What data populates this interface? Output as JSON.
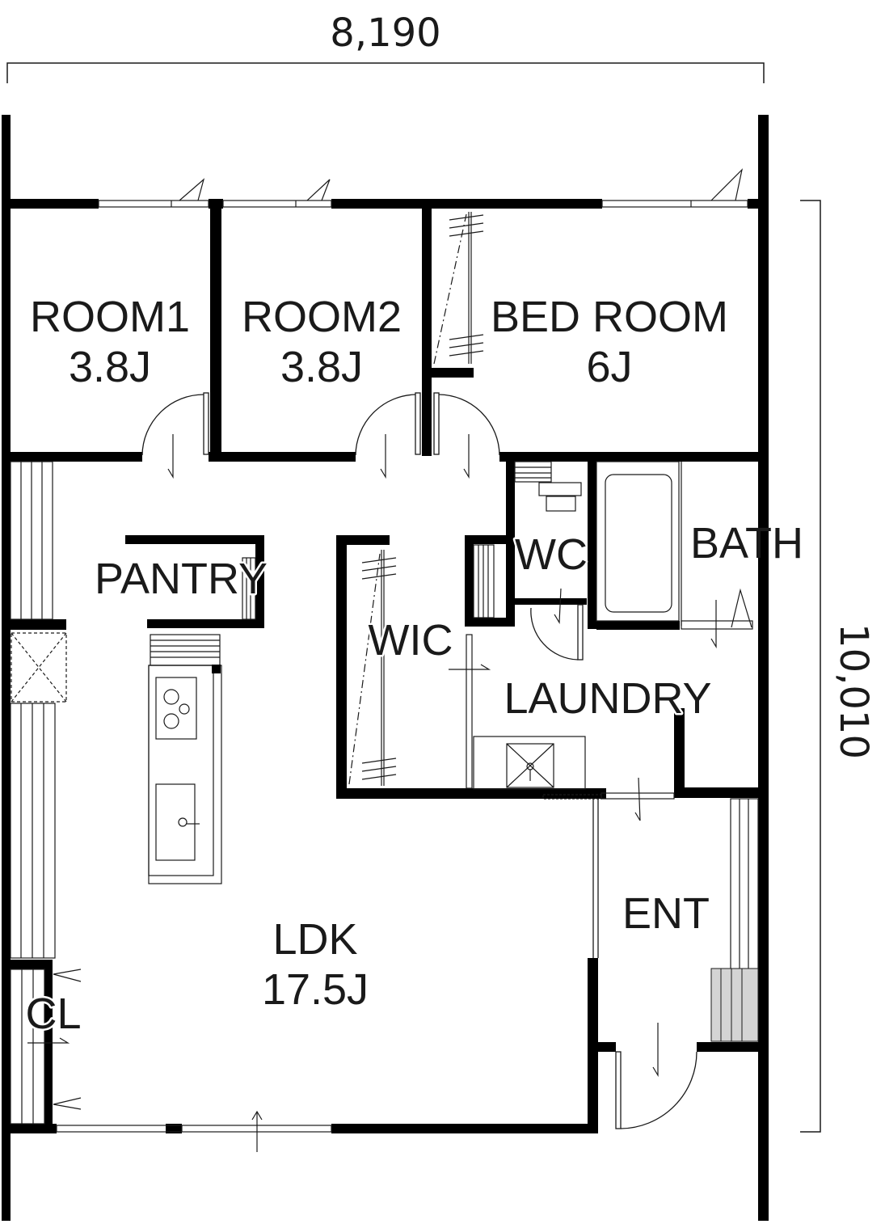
{
  "dimensions": {
    "width_label": "8,190",
    "height_label": "10,010"
  },
  "rooms": {
    "room1": {
      "name": "ROOM1",
      "area": "3.8J"
    },
    "room2": {
      "name": "ROOM2",
      "area": "3.8J"
    },
    "bedroom": {
      "name": "BED ROOM",
      "area": "6J"
    },
    "pantry": {
      "name": "PANTRY"
    },
    "wic": {
      "name": "WIC"
    },
    "wc": {
      "name": "WC"
    },
    "bath": {
      "name": "BATH"
    },
    "laundry": {
      "name": "LAUNDRY"
    },
    "ldk": {
      "name": "LDK",
      "area": "17.5J"
    },
    "ent": {
      "name": "ENT"
    },
    "cl": {
      "name": "CL"
    }
  },
  "colors": {
    "wall": "#000000",
    "line": "#1a1a1a",
    "genkan_tile": "#d4d4d4"
  }
}
